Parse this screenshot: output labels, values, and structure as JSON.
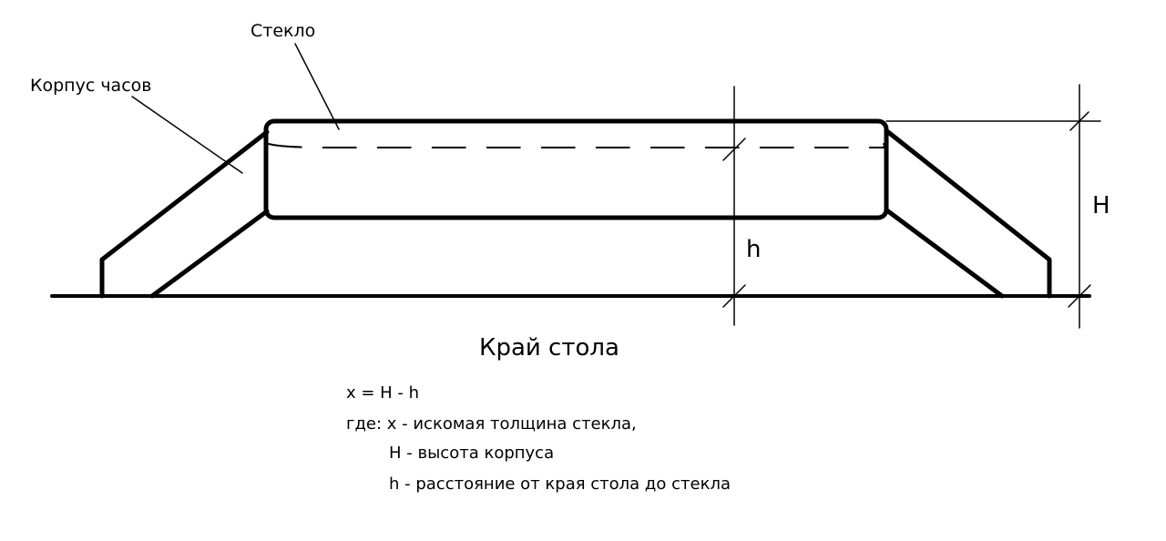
{
  "labels": {
    "glass": "Стекло",
    "case": "Корпус часов",
    "H": "H",
    "h": "h",
    "table_edge": "Край стола"
  },
  "formula": {
    "equation": "x = H - h",
    "where_line": "где: x - искомая толщина стекла,",
    "H_line": "H - высота корпуса",
    "h_line": "h - расстояние от края стола до стекла"
  }
}
